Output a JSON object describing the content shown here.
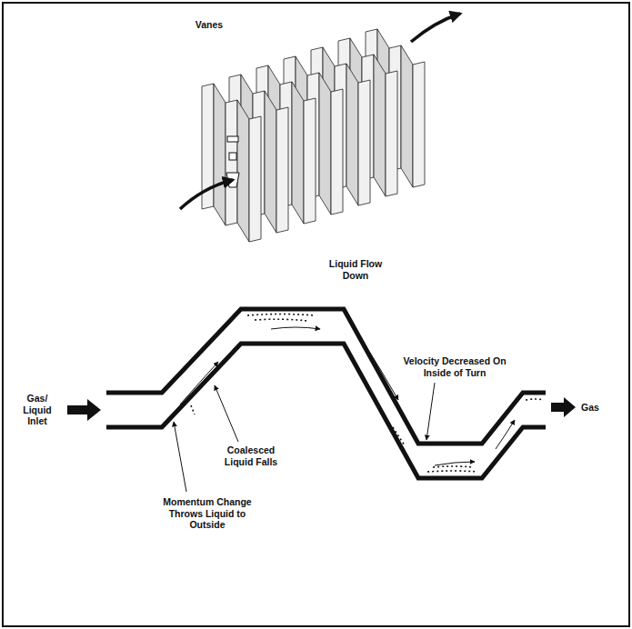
{
  "diagram": {
    "labels": [
      "Vanes",
      "Liquid Flow Down",
      "Velocity Decreased On Inside of Turn",
      "Gas",
      "Gas/ Liquid Inlet",
      "Coalesced Liquid Falls",
      "Momentum Change Throws Liquid to Outside"
    ]
  }
}
